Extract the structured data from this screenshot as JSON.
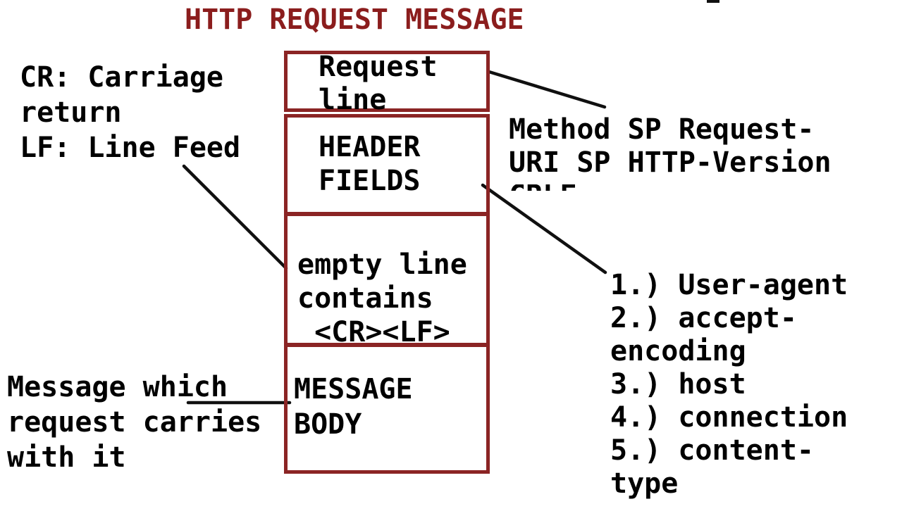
{
  "title": "HTTP REQUEST MESSAGE",
  "left_notes": {
    "crlf_definition": "CR: Carriage\nreturn\nLF: Line Feed",
    "message_body_note": "Message which\nrequest carries\nwith it"
  },
  "message_box": {
    "sections": [
      {
        "label": "Request\nline"
      },
      {
        "label": "HEADER\nFIELDS"
      },
      {
        "label": "empty line\ncontains\n <CR><LF>"
      },
      {
        "label": "MESSAGE\nBODY"
      }
    ]
  },
  "right_notes": {
    "request_line_format": "Method SP Request-\nURI SP HTTP-Version",
    "request_line_format_clipped": "CRLF",
    "header_fields_list": [
      "1.) User-agent",
      "2.) accept-",
      "encoding",
      "3.) host",
      "4.) connection",
      "5.) content-",
      "type"
    ]
  },
  "colors": {
    "maroon_border": "#8b2424",
    "title_maroon": "#8b1d1d",
    "line_black": "#101010",
    "text_black": "#000000",
    "background": "#ffffff"
  }
}
